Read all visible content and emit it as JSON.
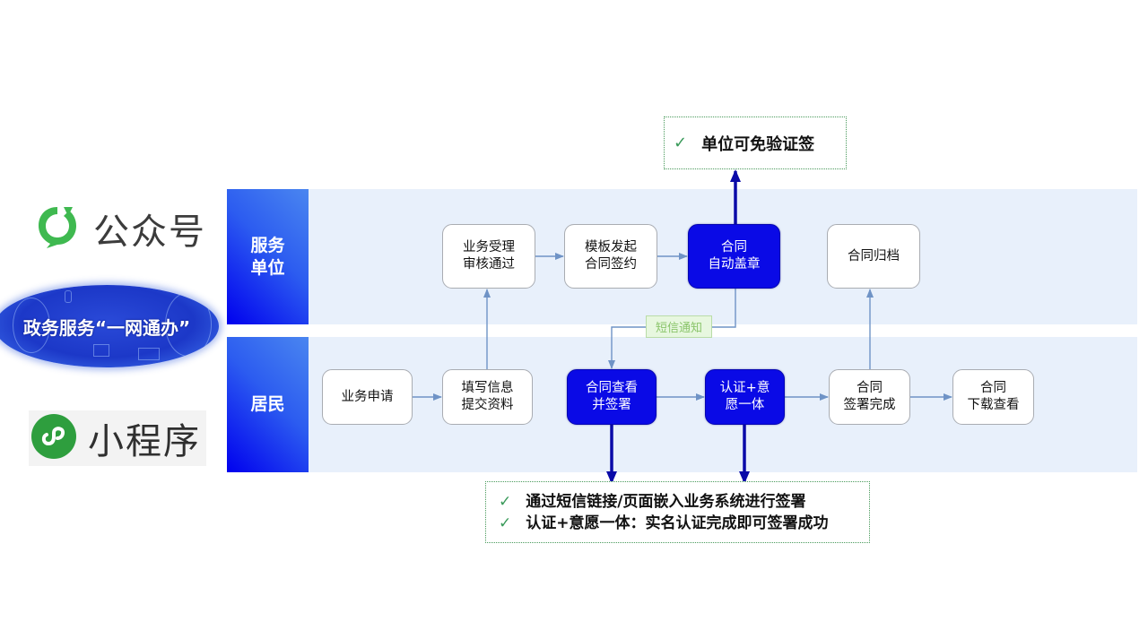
{
  "logos": {
    "gongzhonghao": {
      "label": "公众号",
      "icon": "wechat-official-account-icon",
      "color": "#3fb950"
    },
    "banner": {
      "label": "政务服务“一网通办”"
    },
    "xiaochengxu": {
      "label": "小程序",
      "icon": "mini-program-icon",
      "color": "#2e9e3e"
    }
  },
  "lanes": [
    {
      "id": "service-unit",
      "title": "服务单位"
    },
    {
      "id": "resident",
      "title": "居民"
    }
  ],
  "nodes": {
    "accept": {
      "lines": [
        "业务受理",
        "审核通过"
      ],
      "lane": "service-unit"
    },
    "template": {
      "lines": [
        "模板发起",
        "合同签约"
      ],
      "lane": "service-unit"
    },
    "auto_seal": {
      "lines": [
        "合同",
        "自动盖章"
      ],
      "lane": "service-unit",
      "highlight": true
    },
    "archive": {
      "lines": [
        "合同归档"
      ],
      "lane": "service-unit"
    },
    "apply": {
      "lines": [
        "业务申请"
      ],
      "lane": "resident"
    },
    "fill_info": {
      "lines": [
        "填写信息",
        "提交资料"
      ],
      "lane": "resident"
    },
    "view_sign": {
      "lines": [
        "合同查看",
        "并签署"
      ],
      "lane": "resident",
      "highlight": true
    },
    "auth_intent": {
      "lines": [
        "认证+意",
        "愿一体"
      ],
      "lane": "resident",
      "highlight": true
    },
    "sign_done": {
      "lines": [
        "合同",
        "签署完成"
      ],
      "lane": "resident"
    },
    "download": {
      "lines": [
        "合同",
        "下载查看"
      ],
      "lane": "resident"
    }
  },
  "edges": [
    {
      "from": "apply",
      "to": "fill_info"
    },
    {
      "from": "fill_info",
      "to": "accept"
    },
    {
      "from": "accept",
      "to": "template"
    },
    {
      "from": "template",
      "to": "auto_seal"
    },
    {
      "from": "auto_seal",
      "to": "view_sign",
      "label": "短信通知"
    },
    {
      "from": "view_sign",
      "to": "auth_intent"
    },
    {
      "from": "auth_intent",
      "to": "sign_done"
    },
    {
      "from": "sign_done",
      "to": "download"
    },
    {
      "from": "sign_done",
      "to": "archive"
    }
  ],
  "sms_label": "短信通知",
  "callouts": {
    "top": {
      "check": "✓",
      "items": [
        "单位可免验证签"
      ]
    },
    "bottom": {
      "check": "✓",
      "items": [
        "通过短信链接/页面嵌入业务系统进行签署",
        "认证+意愿一体：实名认证完成即可签署成功"
      ]
    }
  },
  "colors": {
    "lane_bg": "#e8f0fb",
    "header_blue": "#0000ee",
    "highlight_node": "#0a0ae6",
    "connector": "#6f93c6",
    "emphasis_arrow": "#0a0aa8",
    "callout_border": "#4a9a5c"
  }
}
